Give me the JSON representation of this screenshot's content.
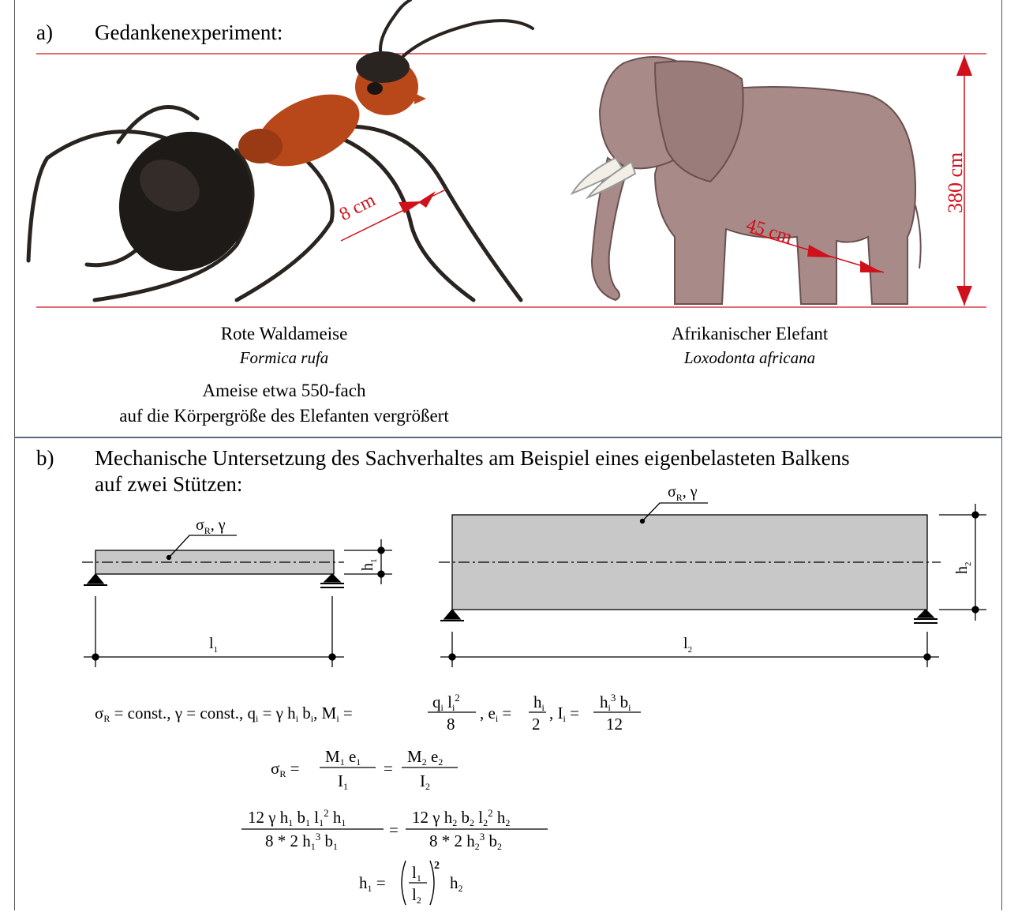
{
  "section_a": {
    "label": "a)",
    "title": "Gedankenexperiment:",
    "ant_dim": "8 cm",
    "elephant_dim": "45 cm",
    "height_dim": "380 cm",
    "ant_name": "Rote Waldameise",
    "ant_latin": "Formica rufa",
    "ant_note_1": "Ameise etwa 550-fach",
    "ant_note_2": "auf die Körpergröße des Elefanten  vergrößert",
    "elephant_name": "Afrikanischer Elefant",
    "elephant_latin": "Loxodonta africana"
  },
  "section_b": {
    "label": "b)",
    "title_line1": "Mechanische Untersetzung des Sachverhaltes am Beispiel eines eigenbelasteten Balkens",
    "title_line2": "auf zwei Stützen:",
    "beam_label": "σ",
    "beam_label_sub": "R",
    "beam_label_rest": ", γ",
    "h1": "h",
    "h1_sub": "1",
    "h2": "h",
    "h2_sub": "2",
    "l1": "l",
    "l1_sub": "1",
    "l2": "l",
    "l2_sub": "2"
  },
  "colors": {
    "dimension_red": "#d0101a",
    "beam_fill": "#c8c8c8",
    "divider": "#5a6a80"
  }
}
